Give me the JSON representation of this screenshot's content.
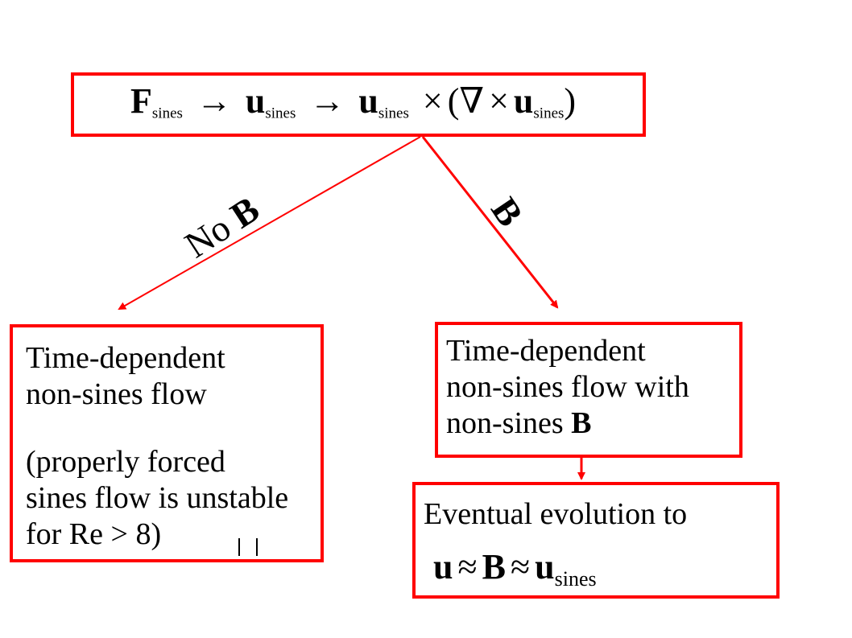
{
  "top_box": {
    "F": "F",
    "F_sub": "sines",
    "arrow1": "→",
    "u1": "u",
    "u1_sub": "sines",
    "arrow2": "→",
    "u2": "u",
    "u2_sub": "sines",
    "times": "×",
    "open_paren": "(",
    "nabla": "∇",
    "times2": "×",
    "u3": "u",
    "u3_sub": "sines",
    "close_paren": ")"
  },
  "branch_left": {
    "label_prefix": "No",
    "label_bold": "B"
  },
  "branch_right": {
    "label_bold": "B"
  },
  "left_box": {
    "line1": "Time-dependent",
    "line2": "non-sines flow",
    "note_line1": "(properly forced",
    "note_line2": "sines flow is unstable",
    "note_line3": "for Re > 8)"
  },
  "right_box": {
    "line1": "Time-dependent",
    "line2": "non-sines flow with",
    "line3_prefix": "non-sines",
    "line3_bold": "B"
  },
  "bottom_box": {
    "line1": "Eventual evolution to",
    "u": "u",
    "approx1": "≈",
    "B": "B",
    "approx2": "≈",
    "u2": "u",
    "u2_sub": "sines"
  },
  "colors": {
    "accent": "#ff0000",
    "text": "#000000",
    "background": "#ffffff"
  }
}
